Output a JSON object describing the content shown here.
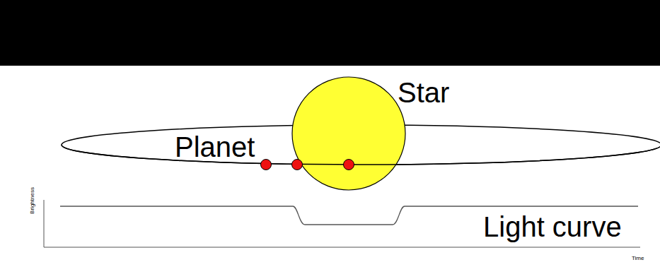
{
  "diagram": {
    "labels": [
      "Star",
      "Planet",
      "Brightness",
      "Light curve",
      "Time"
    ]
  }
}
